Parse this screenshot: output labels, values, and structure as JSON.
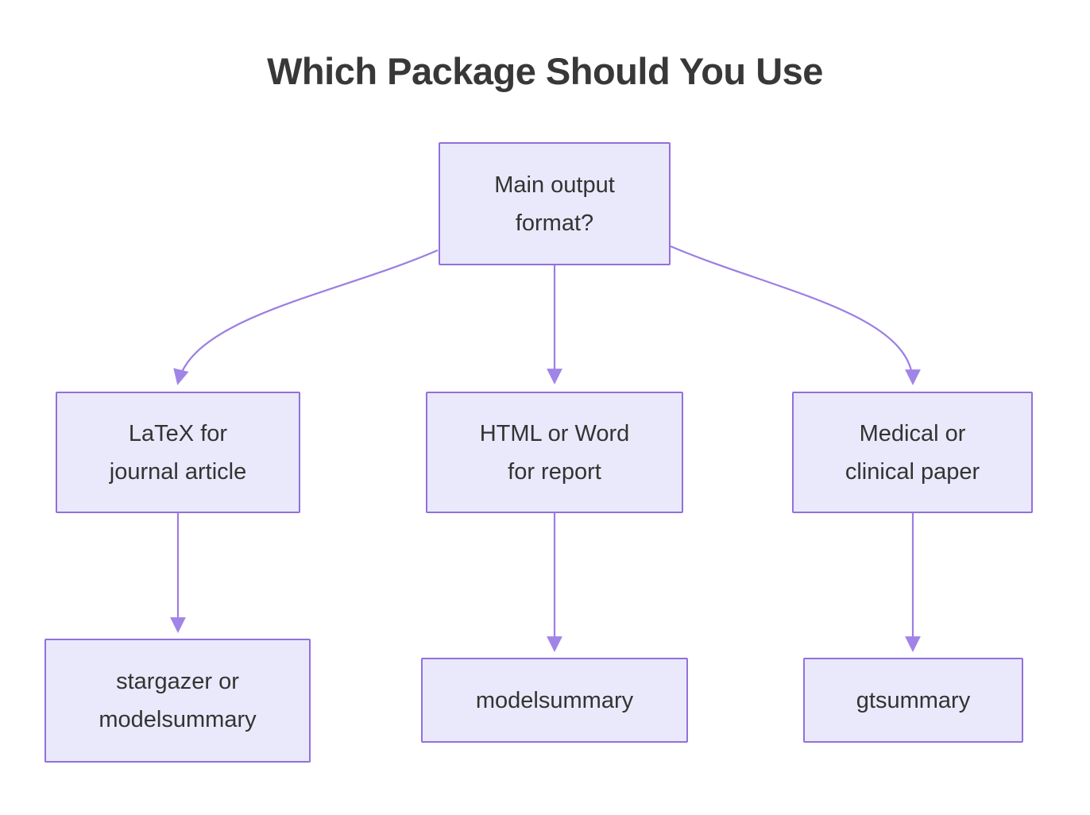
{
  "title": "Which Package Should You Use",
  "colors": {
    "background": "#FFFFFF",
    "node_fill": "#E9E9FB",
    "node_border": "#9370DB",
    "edge_line": "#9B7EE3",
    "arrowhead": "#A184E8",
    "node_text": "#333333",
    "title_text": "#383838"
  },
  "nodes": {
    "root": {
      "lines": [
        "Main output",
        "format?"
      ]
    },
    "latex": {
      "lines": [
        "LaTeX for",
        "journal article"
      ]
    },
    "html_word": {
      "lines": [
        "HTML or Word",
        "for report"
      ]
    },
    "medical": {
      "lines": [
        "Medical or",
        "clinical paper"
      ]
    },
    "stargazer": {
      "lines": [
        "stargazer or",
        "modelsummary"
      ]
    },
    "modelsummary": {
      "lines": [
        "modelsummary"
      ]
    },
    "gtsummary": {
      "lines": [
        "gtsummary"
      ]
    }
  },
  "edges": [
    {
      "from": "root",
      "to": "latex"
    },
    {
      "from": "root",
      "to": "html_word"
    },
    {
      "from": "root",
      "to": "medical"
    },
    {
      "from": "latex",
      "to": "stargazer"
    },
    {
      "from": "html_word",
      "to": "modelsummary"
    },
    {
      "from": "medical",
      "to": "gtsummary"
    }
  ]
}
